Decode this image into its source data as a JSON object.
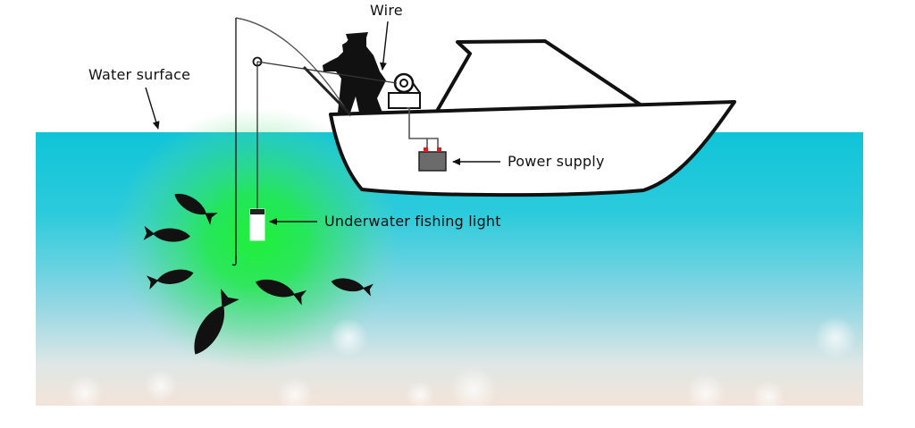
{
  "labels": {
    "wire": "Wire",
    "water_surface": "Water surface",
    "power_supply": "Power supply",
    "underwater_fishing_light": "Underwater fishing light"
  },
  "colors": {
    "water_top": "#10c6d8",
    "water_mid": "#7fd3e2",
    "water_bottom": "#f1e7de",
    "glow": "#1fe83a",
    "ink": "#111111",
    "boat_fill": "#ffffff",
    "battery": "#6b6b6b",
    "battery_terminal": "#d42020"
  },
  "icons": [
    "fisherman-icon",
    "fish-icon",
    "boat-icon",
    "battery-icon",
    "light-icon",
    "reel-icon"
  ]
}
